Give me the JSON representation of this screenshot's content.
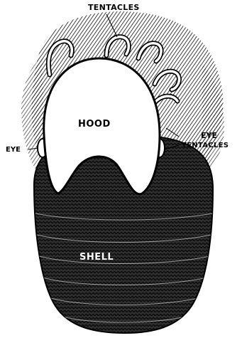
{
  "figure": {
    "colors": {
      "ink": "#000000",
      "paper": "#ffffff",
      "shell_fill": "#3a3a3a",
      "background_hatch": "#222222"
    }
  },
  "labels": {
    "tentacles": "TENTACLES",
    "hood": "HOOD",
    "eye": "EYE",
    "eye_tentacles_line1": "EYE",
    "eye_tentacles_line2": "TENTACLES",
    "shell": "SHELL"
  }
}
